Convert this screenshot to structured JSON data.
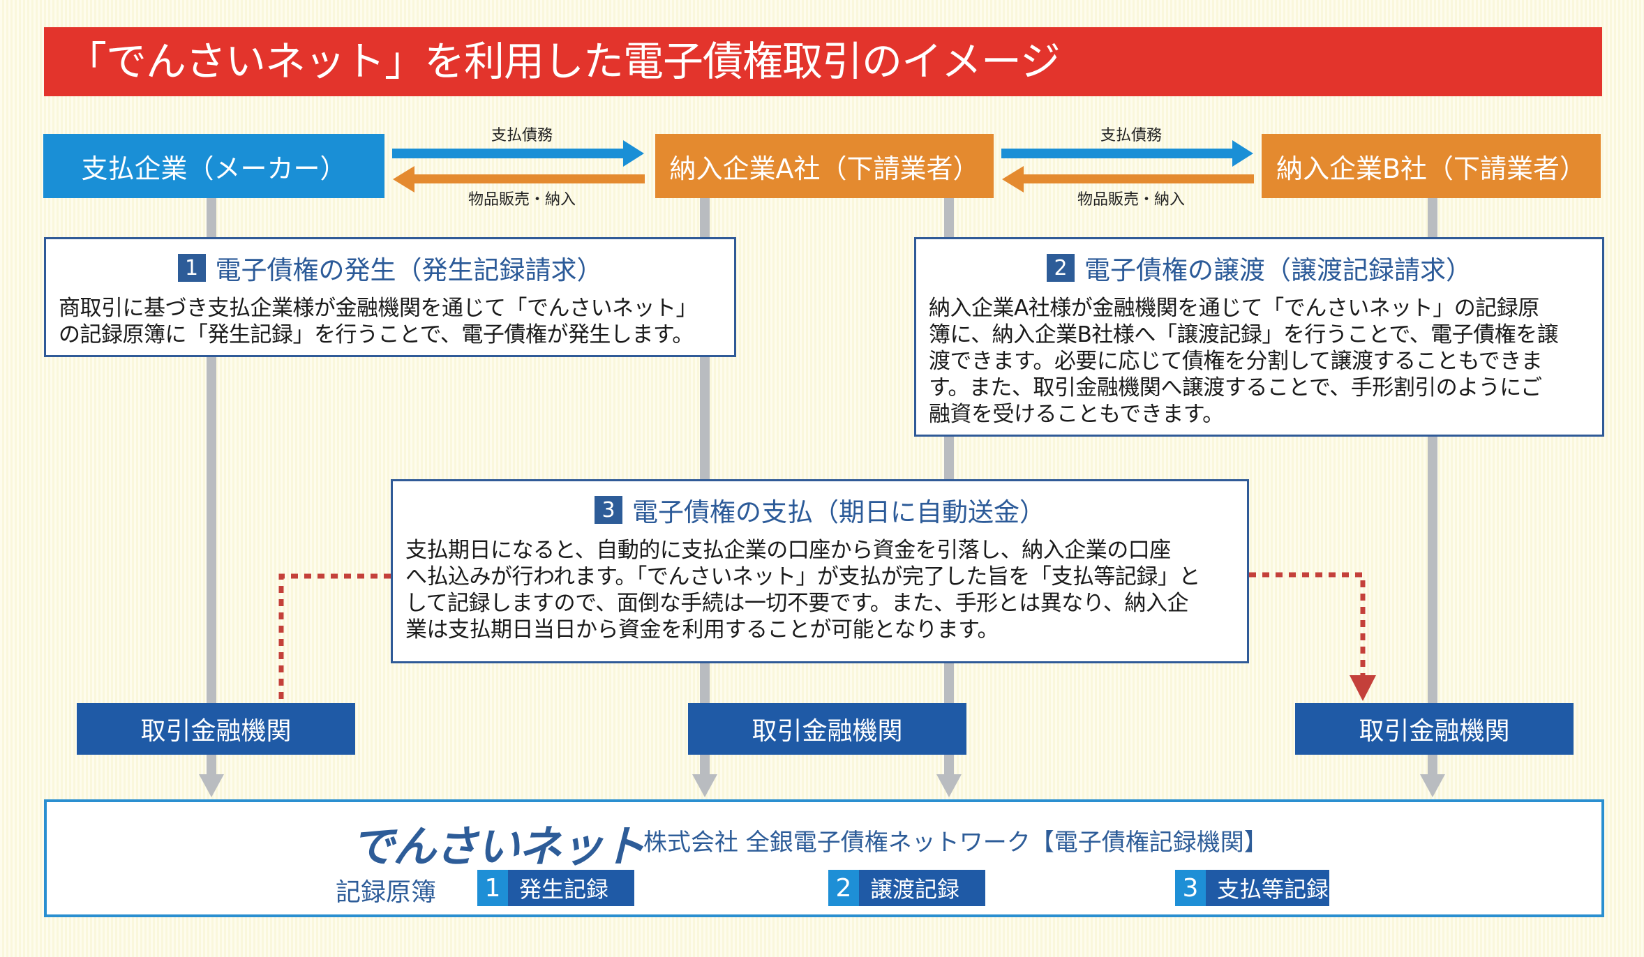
{
  "title": "「でんさいネット」を利用した電子債権取引のイメージ",
  "parties": {
    "payer": "支払企業（メーカー）",
    "supplier_a": "納入企業A社（下請業者）",
    "supplier_b": "納入企業B社（下請業者）"
  },
  "flows": [
    {
      "top_label": "支払債務",
      "bottom_label": "物品販売・納入"
    },
    {
      "top_label": "支払債務",
      "bottom_label": "物品販売・納入"
    }
  ],
  "steps": [
    {
      "number": "1",
      "heading": "電子債権の発生（発生記録請求）",
      "lines": [
        "商取引に基づき支払企業様が金融機関を通じて「でんさいネット」",
        "の記録原簿に「発生記録」を行うことで、電子債権が発生します。"
      ]
    },
    {
      "number": "2",
      "heading": "電子債権の譲渡（譲渡記録請求）",
      "lines": [
        "納入企業A社様が金融機関を通じて「でんさいネット」の記録原",
        "簿に、納入企業B社様へ「譲渡記録」を行うことで、電子債権を譲",
        "渡できます。必要に応じて債権を分割して譲渡することもできま",
        "す。また、取引金融機関へ譲渡することで、手形割引のようにご",
        "融資を受けることもできます。"
      ]
    },
    {
      "number": "3",
      "heading": "電子債権の支払（期日に自動送金）",
      "lines": [
        "支払期日になると、自動的に支払企業の口座から資金を引落し、納入企業の口座",
        "へ払込みが行われます。「でんさいネット」が支払が完了した旨を「支払等記録」と",
        "して記録しますので、面倒な手続は一切不要です。また、手形とは異なり、納入企",
        "業は支払期日当日から資金を利用することが可能となります。"
      ]
    }
  ],
  "financial_institutions": [
    "取引金融機関",
    "取引金融機関",
    "取引金融機関"
  ],
  "densai": {
    "logo": "でんさいネット",
    "organization": "株式会社 全銀電子債権ネットワーク【電子債権記録機関】",
    "ledger_label": "記録原簿",
    "records": [
      {
        "number": "1",
        "label": "発生記録"
      },
      {
        "number": "2",
        "label": "譲渡記録"
      },
      {
        "number": "3",
        "label": "支払等記録"
      }
    ]
  },
  "colors": {
    "title_red": "#e3342c",
    "payer_blue": "#1a8fd6",
    "supplier_orange": "#e48a2f",
    "navy": "#1f5aa6",
    "dashed_red": "#c4403a",
    "connector_gray": "#b9bcc0"
  }
}
